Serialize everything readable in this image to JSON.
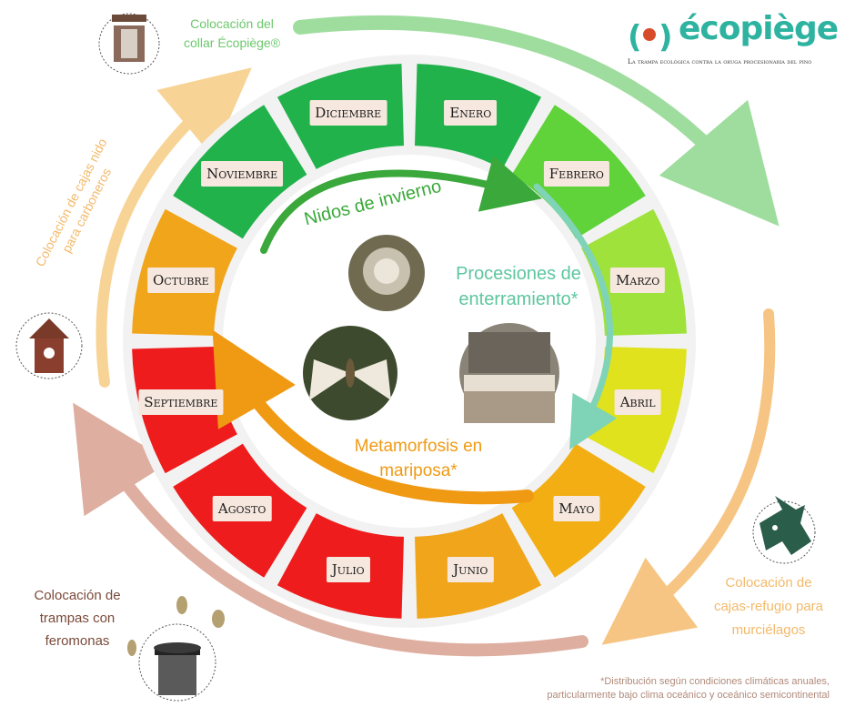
{
  "brand": {
    "logo_text": "(·) écopiège",
    "tagline": "La trampa ecológica contra la oruga procesionaria del pino"
  },
  "months": [
    {
      "label": "Enero",
      "color": "#22b24c"
    },
    {
      "label": "Febrero",
      "color": "#60d23a"
    },
    {
      "label": "Marzo",
      "color": "#9ee23b"
    },
    {
      "label": "Abril",
      "color": "#dfe21d"
    },
    {
      "label": "Mayo",
      "color": "#f2ae12"
    },
    {
      "label": "Junio",
      "color": "#f0a51a"
    },
    {
      "label": "Julio",
      "color": "#ee1c1c"
    },
    {
      "label": "Agosto",
      "color": "#ee1c1c"
    },
    {
      "label": "Septiembre",
      "color": "#ee1c1c"
    },
    {
      "label": "Octubre",
      "color": "#f0a51a"
    },
    {
      "label": "Noviembre",
      "color": "#22b24c"
    },
    {
      "label": "Diciembre",
      "color": "#22b24c"
    }
  ],
  "inner_cycle": {
    "winter_nests": "Nidos de invierno",
    "processions_line1": "Procesiones de",
    "processions_line2": "enterramiento*",
    "metamorphosis_line1": "Metamorfosis en",
    "metamorphosis_line2": "mariposa*"
  },
  "outer_actions": {
    "collar_line1": "Colocación del",
    "collar_line2": "collar Écopiège®",
    "nest_boxes_line1": "Colocación de cajas nido",
    "nest_boxes_line2": "para carboneros",
    "traps_line1": "Colocación de",
    "traps_line2": "trampas con",
    "traps_line3": "feromonas",
    "bat_boxes_line1": "Colocación de",
    "bat_boxes_line2": "cajas-refugio para",
    "bat_boxes_line3": "murciélagos"
  },
  "footnote": {
    "line1": "*Distribución según condiciones climáticas anuales,",
    "line2": "particularmente bajo clima oceánico y oceánico semicontinental"
  },
  "icons": [
    "collar-icon",
    "birdhouse-icon",
    "bat-icon",
    "pheromone-trap-icon",
    "moth-icon",
    "nest-photo-icon",
    "procession-photo-icon"
  ],
  "colors": {
    "green_arrow": "#8fd88f",
    "teal_arrow": "#7fd3b6",
    "orange_arrow": "#f5b25a",
    "peach_arrow": "#f7d08a",
    "rose_arrow": "#d9a090",
    "winter_text": "#3aa83a",
    "procession_text": "#5ec6a0",
    "metamorphosis_text": "#f09a14",
    "nest_box_text": "#f3b96a",
    "trap_text": "#7a4a3a",
    "bat_text": "#f3b96a"
  }
}
